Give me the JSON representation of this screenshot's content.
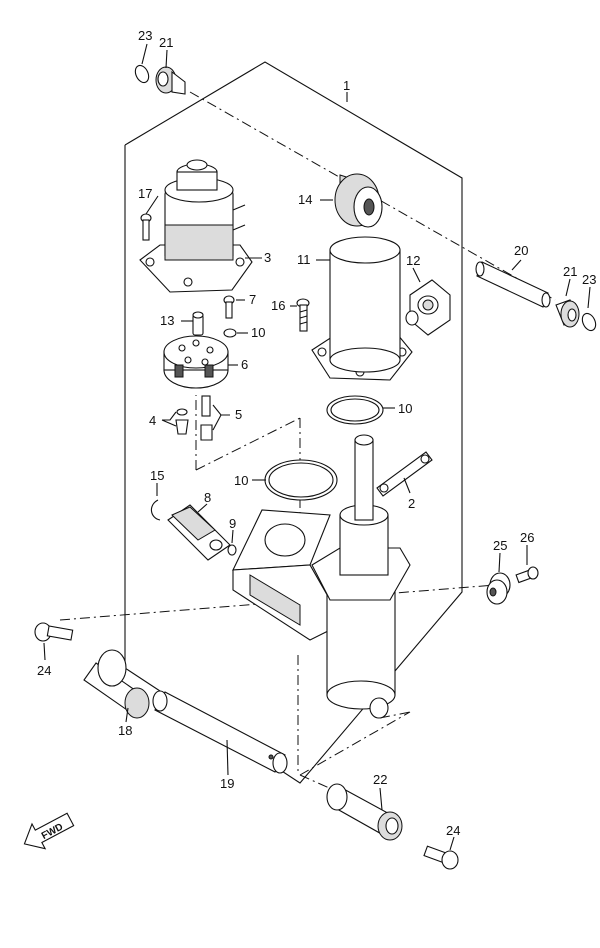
{
  "diagram": {
    "callouts": {
      "p1": "1",
      "p2": "2",
      "p3": "3",
      "p4": "4",
      "p5": "5",
      "p6": "6",
      "p7": "7",
      "p8": "8",
      "p9": "9",
      "p10a": "10",
      "p10b": "10",
      "p10c": "10",
      "p11": "11",
      "p12": "12",
      "p13": "13",
      "p14": "14",
      "p15": "15",
      "p16": "16",
      "p17": "17",
      "p18": "18",
      "p19": "19",
      "p20": "20",
      "p21a": "21",
      "p21b": "21",
      "p22": "22",
      "p23a": "23",
      "p23b": "23",
      "p24a": "24",
      "p24b": "24",
      "p25": "25",
      "p26": "26"
    },
    "fwd_label": "FWD"
  }
}
